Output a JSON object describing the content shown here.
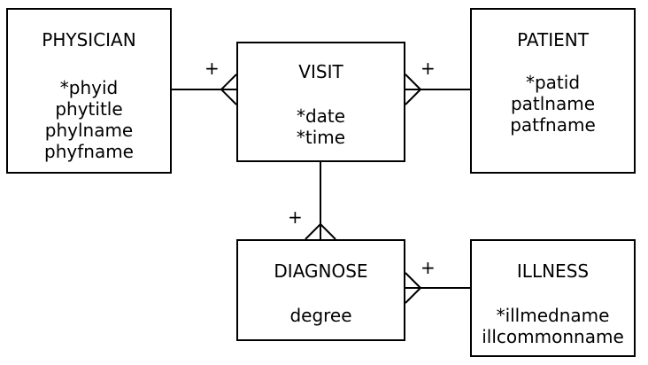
{
  "entities": {
    "physician": {
      "title": "PHYSICIAN",
      "attrs": [
        "*phyid",
        "phytitle",
        "phylname",
        "phyfname"
      ]
    },
    "visit": {
      "title": "VISIT",
      "attrs": [
        "*date",
        "*time"
      ]
    },
    "patient": {
      "title": "PATIENT",
      "attrs": [
        "*patid",
        "patlname",
        "patfname"
      ]
    },
    "diagnose": {
      "title": "DIAGNOSE",
      "attrs": [
        "degree"
      ]
    },
    "illness": {
      "title": "ILLNESS",
      "attrs": [
        "*illmedname",
        "illcommonname"
      ]
    }
  },
  "relationships": [
    {
      "from": "PHYSICIAN",
      "to": "VISIT",
      "label": "+"
    },
    {
      "from": "PATIENT",
      "to": "VISIT",
      "label": "+"
    },
    {
      "from": "VISIT",
      "to": "DIAGNOSE",
      "label": "+"
    },
    {
      "from": "ILLNESS",
      "to": "DIAGNOSE",
      "label": "+"
    }
  ]
}
